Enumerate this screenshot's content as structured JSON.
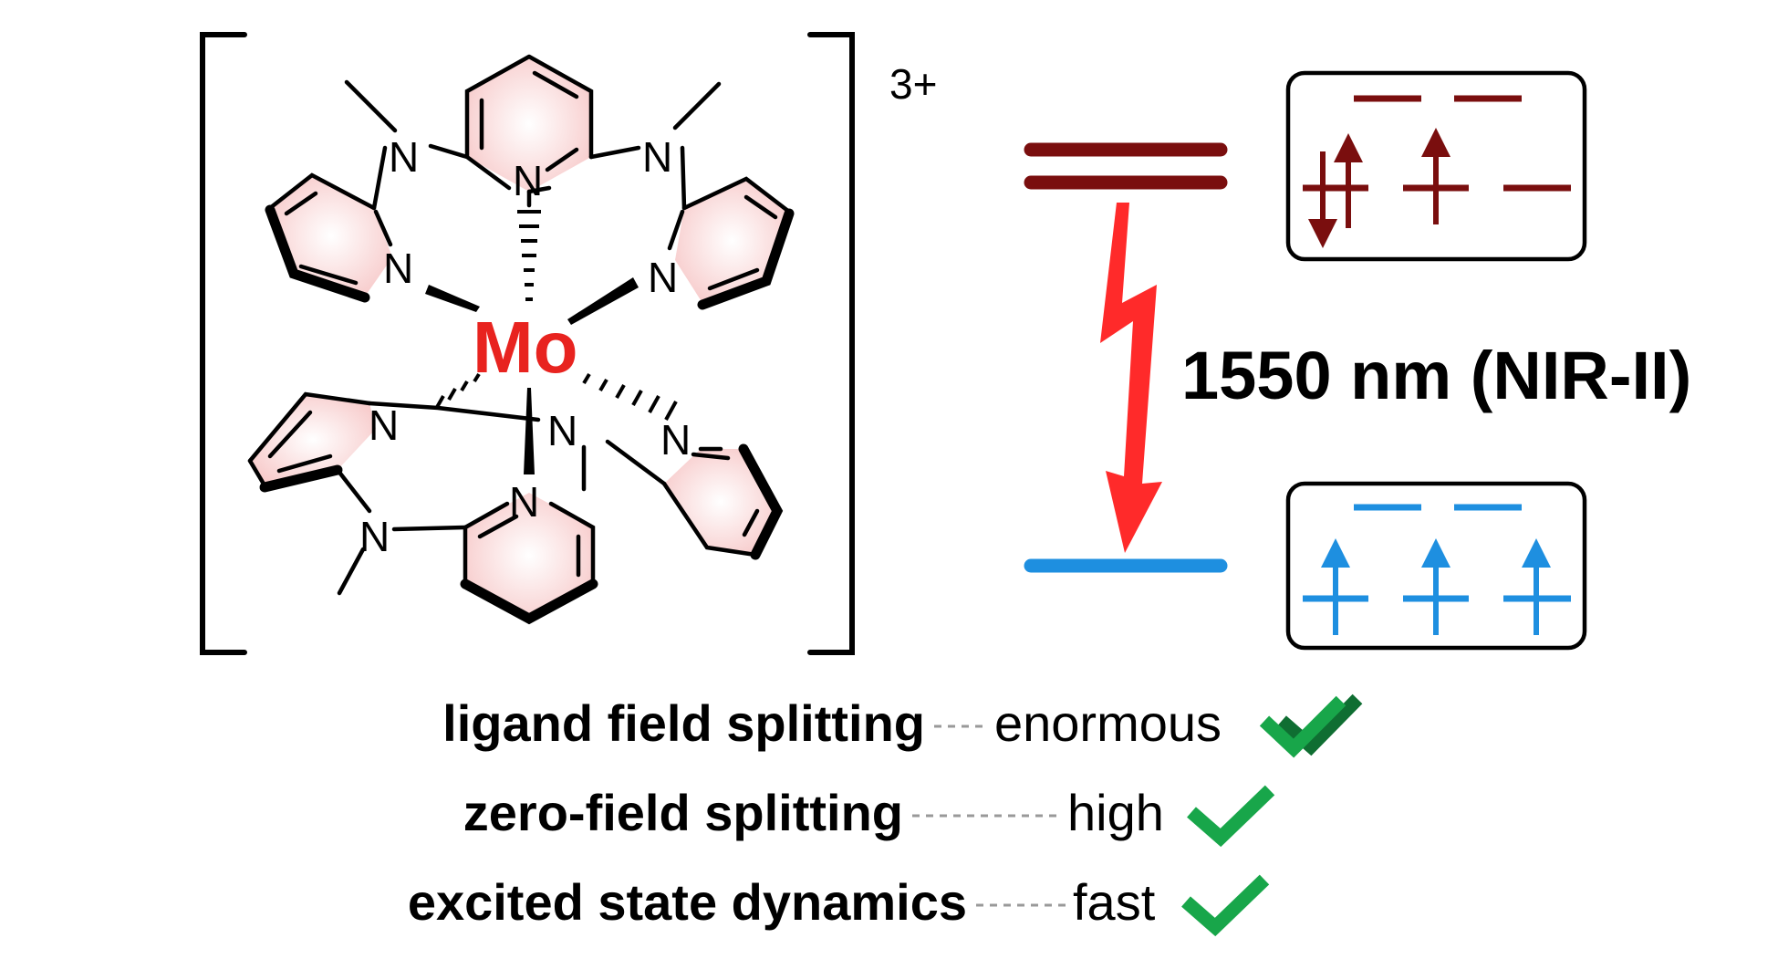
{
  "molecule": {
    "metal": "Mo",
    "charge": "3+",
    "atom_label": "N"
  },
  "transition": {
    "wavelength_label": "1550 nm (NIR-II)",
    "excited_state_color": "#7a0e0e",
    "ground_state_color": "#1e8fe0",
    "arrow_color": "#ff2a2a"
  },
  "properties": [
    {
      "label": "ligand field splitting",
      "value": "enormous",
      "check": "double"
    },
    {
      "label": "zero-field splitting",
      "value": "high",
      "check": "single"
    },
    {
      "label": "excited state dynamics",
      "value": "fast",
      "check": "single"
    }
  ],
  "check_color": "#18a64a",
  "check_dark_color": "#0f6e32"
}
